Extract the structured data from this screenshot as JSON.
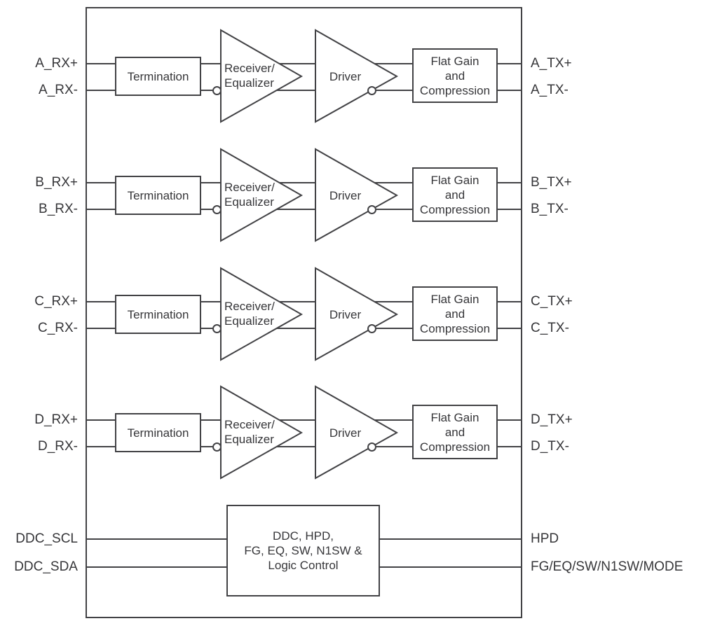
{
  "colors": {
    "line": "#424245",
    "text": "#363639",
    "background": "#ffffff",
    "shape_fill": "#ffffff"
  },
  "channels": [
    {
      "id": "A",
      "rx_plus": "A_RX+",
      "rx_minus": "A_RX-",
      "tx_plus": "A_TX+",
      "tx_minus": "A_TX-",
      "termination_label": "Termination",
      "receiver_label_line1": "Receiver/",
      "receiver_label_line2": "Equalizer",
      "driver_label": "Driver",
      "output_block_line1": "Flat Gain",
      "output_block_line2": "and",
      "output_block_line3": "Compression"
    },
    {
      "id": "B",
      "rx_plus": "B_RX+",
      "rx_minus": "B_RX-",
      "tx_plus": "B_TX+",
      "tx_minus": "B_TX-",
      "termination_label": "Termination",
      "receiver_label_line1": "Receiver/",
      "receiver_label_line2": "Equalizer",
      "driver_label": "Driver",
      "output_block_line1": "Flat Gain",
      "output_block_line2": "and",
      "output_block_line3": "Compression"
    },
    {
      "id": "C",
      "rx_plus": "C_RX+",
      "rx_minus": "C_RX-",
      "tx_plus": "C_TX+",
      "tx_minus": "C_TX-",
      "termination_label": "Termination",
      "receiver_label_line1": "Receiver/",
      "receiver_label_line2": "Equalizer",
      "driver_label": "Driver",
      "output_block_line1": "Flat Gain",
      "output_block_line2": "and",
      "output_block_line3": "Compression"
    },
    {
      "id": "D",
      "rx_plus": "D_RX+",
      "rx_minus": "D_RX-",
      "tx_plus": "D_TX+",
      "tx_minus": "D_TX-",
      "termination_label": "Termination",
      "receiver_label_line1": "Receiver/",
      "receiver_label_line2": "Equalizer",
      "driver_label": "Driver",
      "output_block_line1": "Flat Gain",
      "output_block_line2": "and",
      "output_block_line3": "Compression"
    }
  ],
  "control_section": {
    "scl_pin": "DDC_SCL",
    "sda_pin": "DDC_SDA",
    "block_line1": "DDC, HPD,",
    "block_line2": "FG, EQ, SW, N1SW &",
    "block_line3": "Logic Control",
    "hpd_pin": "HPD",
    "mode_pin": "FG/EQ/SW/N1SW/MODE"
  }
}
